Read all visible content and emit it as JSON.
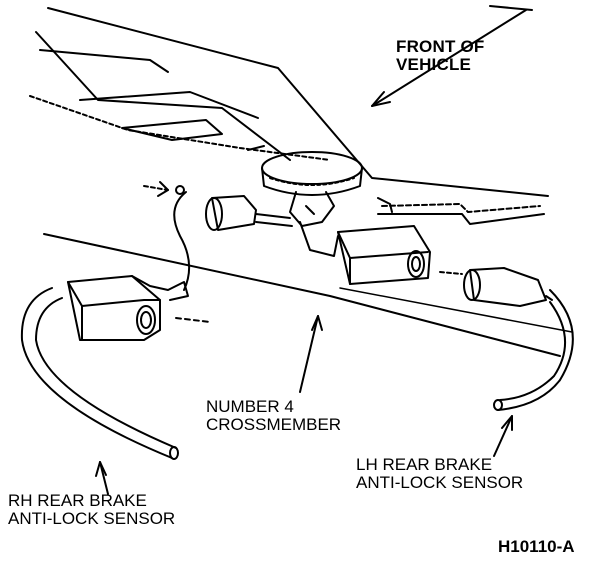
{
  "labels": {
    "front_of_vehicle": [
      "FRONT OF",
      "VEHICLE"
    ],
    "crossmember": [
      "NUMBER 4",
      "CROSSMEMBER"
    ],
    "lh_sensor": [
      "LH REAR BRAKE",
      "ANTI-LOCK SENSOR"
    ],
    "rh_sensor": [
      "RH REAR BRAKE",
      "ANTI-LOCK SENSOR"
    ],
    "figure_id": "H10110-A"
  },
  "colors": {
    "ink": "#000000",
    "paper": "#ffffff"
  }
}
